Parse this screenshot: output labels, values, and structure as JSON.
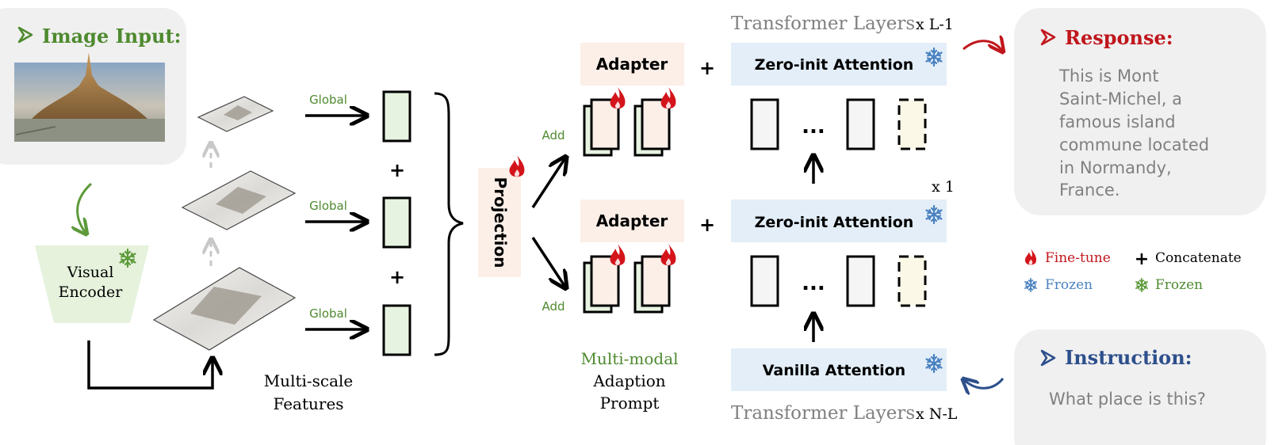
{
  "image_input": {
    "label": "Image Input:"
  },
  "encoder": {
    "line1": "Visual",
    "line2": "Encoder"
  },
  "features": {
    "global_label": "Global",
    "caption_line1": "Multi-scale",
    "caption_line2": "Features"
  },
  "plus": "+",
  "projection": {
    "label": "Projection"
  },
  "add_label": "Add",
  "adapter": {
    "label": "Adapter"
  },
  "prompt_caption": {
    "line1": "Multi-modal",
    "line2": "Adaption",
    "line3": "Prompt"
  },
  "transformer": {
    "top_title": "Transformer Layers",
    "top_mult": "x L-1",
    "bottom_title": "Transformer Layers",
    "bottom_mult": "x N-L",
    "mid_mult": "x 1",
    "zero_init": "Zero-init Attention",
    "vanilla": "Vanilla Attention",
    "dots": "..."
  },
  "response": {
    "title": "Response:",
    "lines": [
      "This is Mont",
      "Saint-Michel, a",
      "famous island",
      "commune located",
      "in Normandy,",
      "France."
    ]
  },
  "legend": {
    "fine_tune": "Fine-tune",
    "concatenate": "Concatenate",
    "frozen_blue": "Frozen",
    "frozen_green": "Frozen"
  },
  "instruction": {
    "title": "Instruction:",
    "text": "What place is this?"
  },
  "colors": {
    "green_text": "#4e8a2f",
    "red_text": "#c0161c",
    "blue_text": "#2d4f8c",
    "panel_bg": "#f0f0f0",
    "encoder_fill": "#e6f2dc",
    "feature_fill": "#e7f3e1",
    "adapter_fill": "#fcefe8",
    "attention_fill": "#e3eef8",
    "gray_text": "#808080"
  }
}
